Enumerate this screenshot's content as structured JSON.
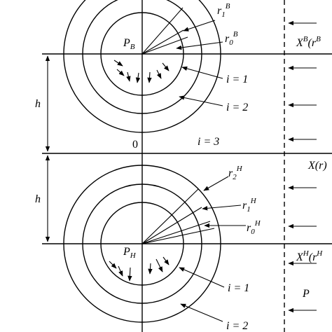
{
  "labels": {
    "r1B": {
      "base": "r",
      "sub": "1",
      "sup": "B"
    },
    "r0B": {
      "base": "r",
      "sub": "0",
      "sup": "B"
    },
    "PB": {
      "base": "P",
      "sub": "B"
    },
    "XB": {
      "pre": "X",
      "sup1": "B",
      "mid": "(r",
      "sup2": "B"
    },
    "iB1": {
      "text": "i = 1"
    },
    "iB2": {
      "text": "i = 2"
    },
    "h_top": {
      "text": "h"
    },
    "origin": {
      "text": "0"
    },
    "i3": {
      "text": "i = 3"
    },
    "Xr": {
      "text": "X(r)"
    },
    "r2H": {
      "base": "r",
      "sub": "2",
      "sup": "H"
    },
    "h_bottom": {
      "text": "h"
    },
    "r1H": {
      "base": "r",
      "sub": "1",
      "sup": "H"
    },
    "r0H": {
      "base": "r",
      "sub": "0",
      "sup": "H"
    },
    "PH": {
      "base": "P",
      "sub": "H"
    },
    "XH": {
      "pre": "X",
      "sup1": "H",
      "mid": "(r",
      "sup2": "H"
    },
    "iH1": {
      "text": "i = 1"
    },
    "P": {
      "text": "P"
    },
    "iH2": {
      "text": "i = 2"
    }
  },
  "icons": {
    "arrowhead": "filled-triangle-arrowhead"
  }
}
